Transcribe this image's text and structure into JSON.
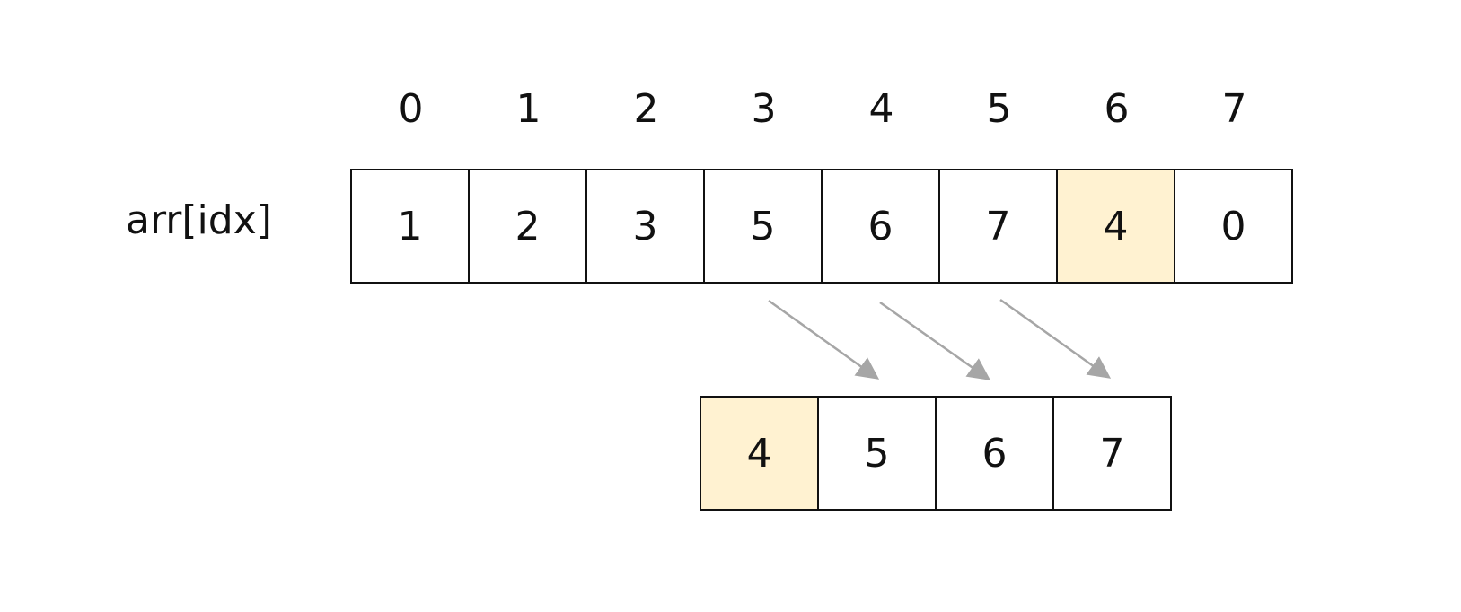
{
  "diagram": {
    "indices": [
      "0",
      "1",
      "2",
      "3",
      "4",
      "5",
      "6",
      "7"
    ],
    "row_label": "arr[idx]",
    "array": [
      {
        "value": "1",
        "highlight": false
      },
      {
        "value": "2",
        "highlight": false
      },
      {
        "value": "3",
        "highlight": false
      },
      {
        "value": "5",
        "highlight": false
      },
      {
        "value": "6",
        "highlight": false
      },
      {
        "value": "7",
        "highlight": false
      },
      {
        "value": "4",
        "highlight": true
      },
      {
        "value": "0",
        "highlight": false
      }
    ],
    "result": [
      {
        "value": "4",
        "highlight": true
      },
      {
        "value": "5",
        "highlight": false
      },
      {
        "value": "6",
        "highlight": false
      },
      {
        "value": "7",
        "highlight": false
      }
    ],
    "colors": {
      "highlight": "#fff2d1",
      "border": "#111111",
      "arrow": "#a6a6a6"
    },
    "icons": {
      "arrow": "diagonal-down-right-arrow-icon"
    }
  }
}
